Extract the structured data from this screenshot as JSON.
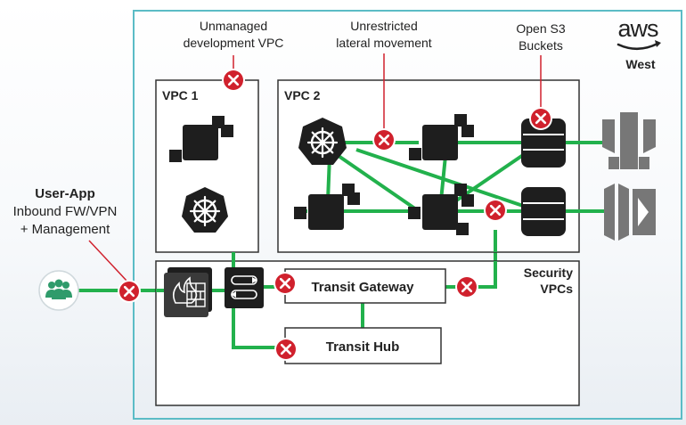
{
  "colors": {
    "border": "#5bbcc6",
    "link": "#22b14c",
    "danger": "#d0212d",
    "node": "#1e1e1e",
    "cloud_icon": "#777777",
    "user_icon": "#2f9b6b"
  },
  "region": {
    "brand": "aws",
    "name": "West"
  },
  "user_app": {
    "title": "User-App",
    "line1": "Inbound FW/VPN",
    "line2": "+ Management"
  },
  "vpc1": {
    "label": "VPC 1"
  },
  "vpc2": {
    "label": "VPC 2"
  },
  "security": {
    "line1": "Security",
    "line2": "VPCs"
  },
  "transit_gateway": {
    "label": "Transit Gateway"
  },
  "transit_hub": {
    "label": "Transit Hub"
  },
  "callouts": {
    "unmanaged": {
      "line1": "Unmanaged",
      "line2": "development VPC"
    },
    "lateral": {
      "line1": "Unrestricted",
      "line2": "lateral movement"
    },
    "s3": {
      "line1": "Open S3",
      "line2": "Buckets"
    }
  },
  "icons": {
    "user_group": "users-group-icon",
    "kubernetes": "kubernetes-helm-icon",
    "database": "database-icon",
    "firewall": "firewall-icon",
    "router": "router-switch-icon",
    "api_gateway": "api-gateway-icon",
    "load_balancer": "load-balancer-icon",
    "error": "x-circle-icon"
  }
}
